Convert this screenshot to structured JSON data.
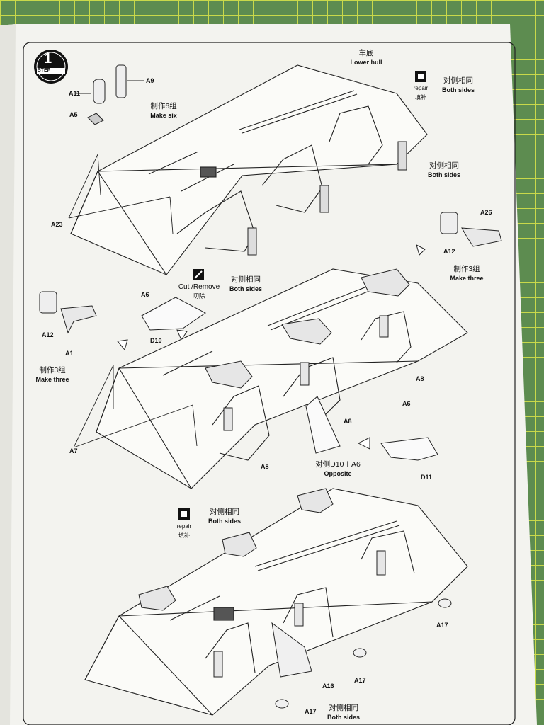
{
  "step": {
    "number": "1",
    "word": "STEP"
  },
  "part_labels": {
    "a11": "A11",
    "a9": "A9",
    "a5": "A5",
    "a23": "A23",
    "a26": "A26",
    "a12_right": "A12",
    "a12_left": "A12",
    "a1": "A1",
    "a6_top": "A6",
    "d10": "D10",
    "a7": "A7",
    "a8_mid": "A8",
    "a8_center": "A8",
    "a8_right": "A8",
    "a6_right": "A6",
    "d11": "D11",
    "a17_right": "A17",
    "a17_mid": "A17",
    "a17_bottom": "A17",
    "a16": "A16"
  },
  "notes": {
    "make_six": {
      "zh": "制作6组",
      "en": "Make six"
    },
    "lower_hull": {
      "zh": "车底",
      "en": "Lower hull"
    },
    "repair_top": {
      "en": "repair",
      "zh": "填补"
    },
    "both_top": {
      "zh": "对侧相同",
      "en": "Both sides"
    },
    "both_upper_mid": {
      "zh": "对侧相同",
      "en": "Both sides"
    },
    "make_three_right": {
      "zh": "制作3组",
      "en": "Make three"
    },
    "make_three_left": {
      "zh": "制作3组",
      "en": "Make three"
    },
    "cut_remove": {
      "en": "Cut /Remove",
      "zh": "切除"
    },
    "both_cut": {
      "zh": "对侧相同",
      "en": "Both sides"
    },
    "opposite": {
      "zh": "对侧D10＋A6",
      "en": "Opposite"
    },
    "repair_bottom": {
      "en": "repair",
      "zh": "填补"
    },
    "both_bottom_mid": {
      "zh": "对侧相同",
      "en": "Both sides"
    },
    "both_bottom": {
      "zh": "对侧相同",
      "en": "Both sides"
    }
  },
  "colors": {
    "mat": "#5d8c50",
    "grid": "#c9d94a",
    "paper": "#f4f4f0",
    "ink": "#1a1a1a"
  },
  "icons": [
    "step-badge-icon",
    "repair-icon",
    "cut-remove-icon",
    "arrow-icon"
  ]
}
